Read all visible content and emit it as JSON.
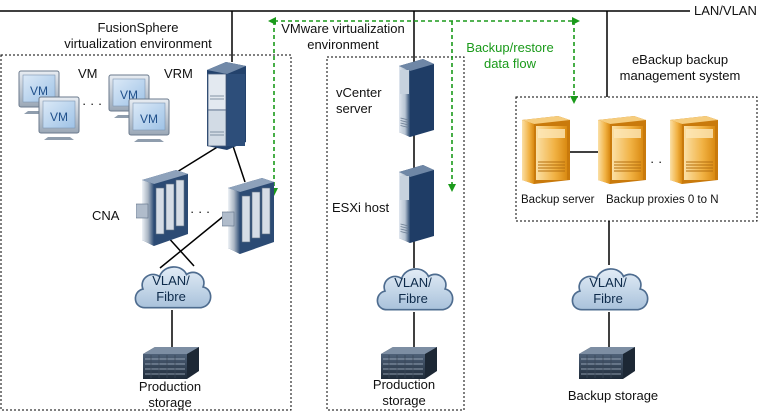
{
  "network": {
    "lan_label": "LAN/VLAN"
  },
  "fusionsphere": {
    "title_line1": "FusionSphere",
    "title_line2": "virtualization environment",
    "vm_label": "VM",
    "vrm_label": "VRM",
    "vm_icon_text": "VM",
    "ellipsis": "· · ·",
    "cna_label": "CNA",
    "cloud_line1": "VLAN/",
    "cloud_line2": "Fibre",
    "storage_line1": "Production",
    "storage_line2": "storage"
  },
  "vmware": {
    "title_line1": "VMware virtualization",
    "title_line2": "environment",
    "vcenter_line1": "vCenter",
    "vcenter_line2": "server",
    "esxi_label": "ESXi host",
    "cloud_line1": "VLAN/",
    "cloud_line2": "Fibre",
    "storage_line1": "Production",
    "storage_line2": "storage"
  },
  "dataflow": {
    "line1": "Backup/restore",
    "line2": "data flow",
    "color": "#1a9a1a"
  },
  "ebackup": {
    "title_line1": "eBackup backup",
    "title_line2": "management system",
    "backup_server_label": "Backup server",
    "proxies_label": "Backup proxies 0 to N",
    "ellipsis": "· ·",
    "cloud_line1": "VLAN/",
    "cloud_line2": "Fibre",
    "storage_label": "Backup storage"
  }
}
